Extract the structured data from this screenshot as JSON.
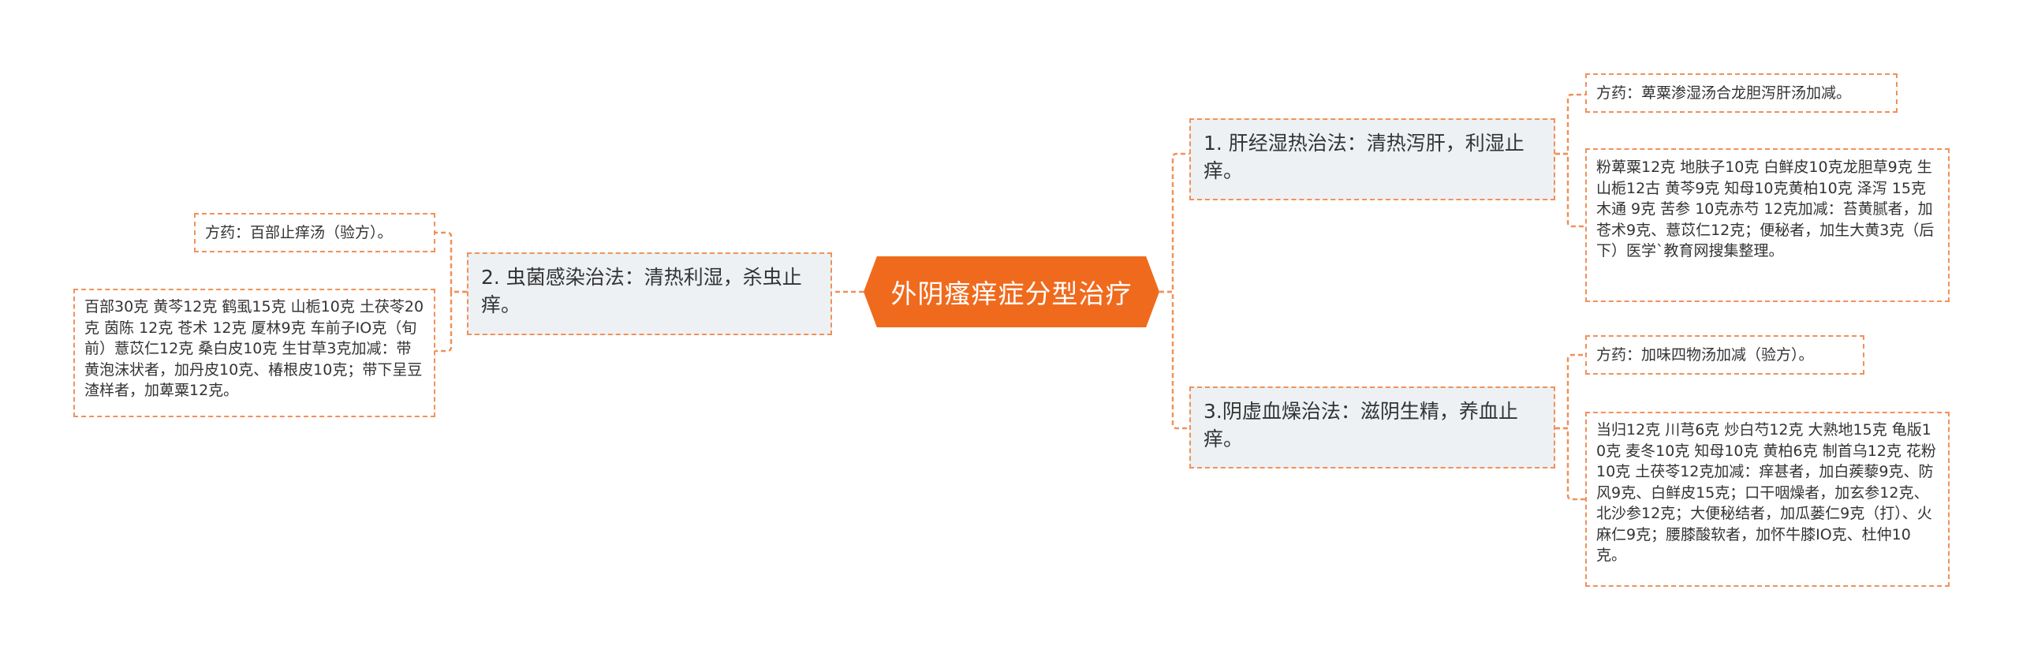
{
  "center": {
    "title": "外阴瘙痒症分型治疗"
  },
  "branches": [
    {
      "label": "1. 肝经湿热治法：清热泻肝，利湿止痒。",
      "prescription": "方药：萆粟渗湿汤合龙胆泻肝汤加减。",
      "details": "粉萆粟12克 地肤子10克 白鲜皮10克龙胆草9克 生山栀12古 黄芩9克 知母10克黄柏10克 泽泻 15克 木通 9克 苦参 10克赤芍 12克加减：苔黄腻者，加苍术9克、薏苡仁12克；便秘者，加生大黄3克（后下）医学`教育网搜集整理。"
    },
    {
      "label": "2. 虫菌感染治法：清热利湿，杀虫止痒。",
      "prescription": "方药：百部止痒汤（验方）。",
      "details": "百部30克 黄芩12克 鹤虱15克 山栀10克 土茯苓20克 茵陈 12克 苍术 12克 厦林9克 车前子IO克（旬前）薏苡仁12克 桑白皮10克 生甘草3克加减：带黄泡沫状者，加丹皮10克、椿根皮10克；带下呈豆渣样者，加萆粟12克。"
    },
    {
      "label": "3.阴虚血燥治法：滋阴生精，养血止痒。",
      "prescription": "方药：加味四物汤加减（验方）。",
      "details": "当归12克 川芎6克 炒白芍12克 大熟地15克 龟版10克 麦冬10克 知母10克 黄柏6克 制首乌12克 花粉10克 土茯苓12克加减：痒甚者，加白蒺藜9克、防风9克、白鲜皮15克；口干咽燥者，加玄参12克、北沙参12克；大便秘结者，加瓜蒌仁9克（打）、火麻仁9克；腰膝酸软者，加怀牛膝IO克、杜仲10克。"
    }
  ],
  "colors": {
    "center_fill": "#f06a1d",
    "connector": "#f0915a",
    "branch_fill": "#eef1f4"
  }
}
